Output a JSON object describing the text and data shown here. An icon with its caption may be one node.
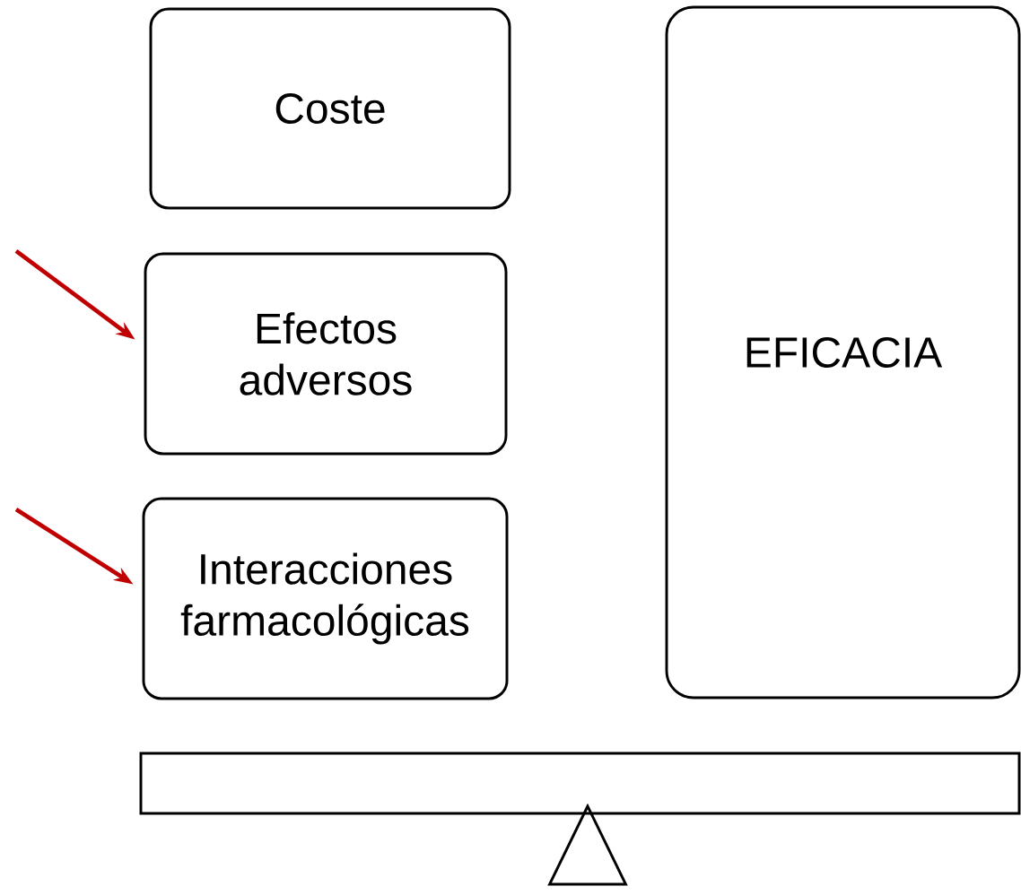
{
  "diagram": {
    "nodes": [
      {
        "text": [
          "Coste"
        ]
      },
      {
        "text": [
          "Efectos adversos"
        ]
      },
      {
        "text": [
          "Interacciones farmacológicas"
        ]
      },
      {
        "text": [
          "EFICACIA"
        ]
      },
      {
        "text": [],
        "shape": "bar"
      },
      {
        "text": [],
        "shape": "triangle"
      }
    ],
    "edges": [
      {
        "from": null,
        "to": 1,
        "arrow": "to",
        "color": "#c00000"
      },
      {
        "from": null,
        "to": 2,
        "arrow": "to",
        "color": "#c00000"
      }
    ]
  }
}
